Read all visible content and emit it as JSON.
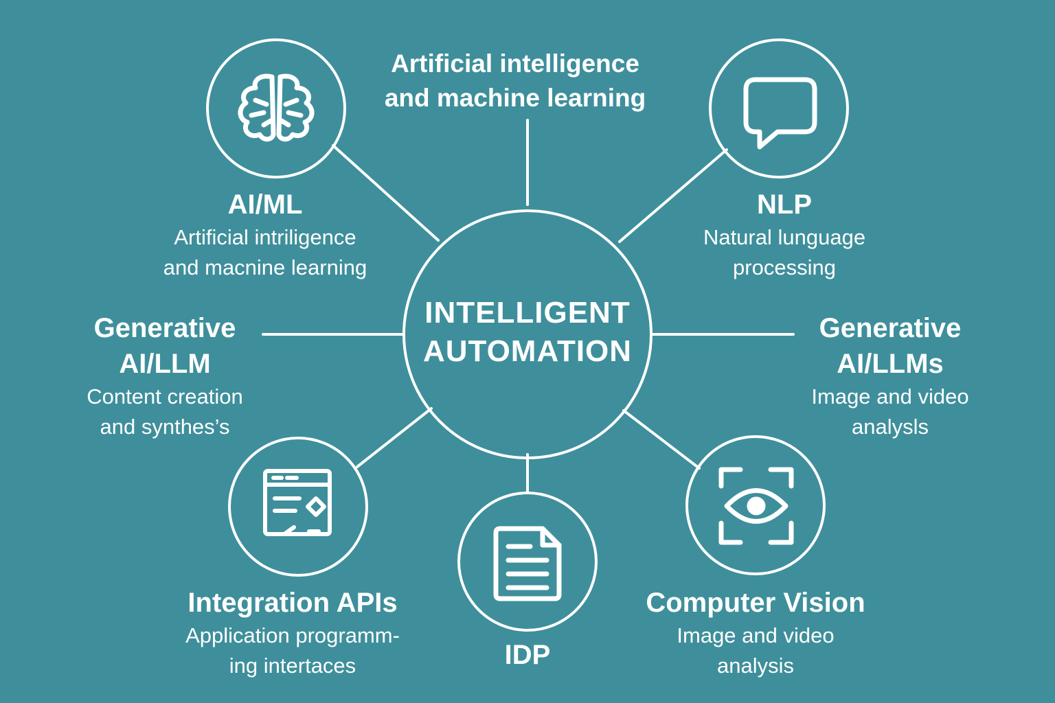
{
  "center": {
    "line1": "INTELLIGENT",
    "line2": "AUTOMATION"
  },
  "top_label": {
    "line1": "Artificial intelligence",
    "line2": "and machine learning"
  },
  "nodes": {
    "aiml": {
      "title": "AI/ML",
      "line1": "Artificial intriligence",
      "line2": "and macnine learning",
      "icon": "brain-icon"
    },
    "nlp": {
      "title": "NLP",
      "line1": "Natural lunguage",
      "line2": "processing",
      "icon": "speech-bubble-icon"
    },
    "genai_left": {
      "title1": "Generative",
      "title2": "AI/LLM",
      "line1": "Content creation",
      "line2": "and synthes’s"
    },
    "genai_right": {
      "title1": "Generative",
      "title2": "AI/LLMs",
      "line1": "Image and video",
      "line2": "analysls"
    },
    "integration": {
      "title": "Integration APIs",
      "line1": "Application programm-",
      "line2": "ing intertaces",
      "icon": "api-window-icon"
    },
    "idp": {
      "title": "IDP",
      "icon": "document-icon"
    },
    "vision": {
      "title": "Computer Vision",
      "line1": "Image and video",
      "line2": "analysis",
      "icon": "eye-scan-icon"
    }
  },
  "colors": {
    "background": "#3e8f9b",
    "foreground": "#ffffff"
  }
}
